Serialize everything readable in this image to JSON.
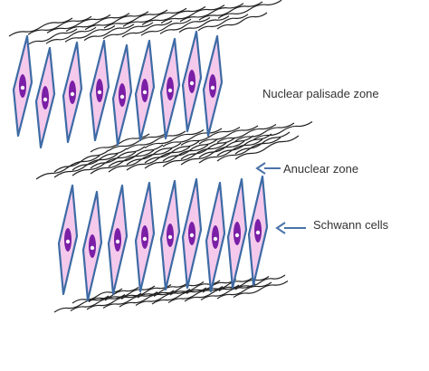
{
  "labels": {
    "nuclear_palisade_zone": "Nuclear palisade zone",
    "anuclear_zone": "Anuclear zone",
    "schwann_cells": "Schwann cells"
  },
  "colors": {
    "cell_fill": "#f4c9ec",
    "cell_outline": "#3d6ba5",
    "nucleus": "#7a1fa6",
    "nucleolus": "#ffffff",
    "fiber": "#222222",
    "arrow": "#4a72a8",
    "label_text": "#333333"
  }
}
